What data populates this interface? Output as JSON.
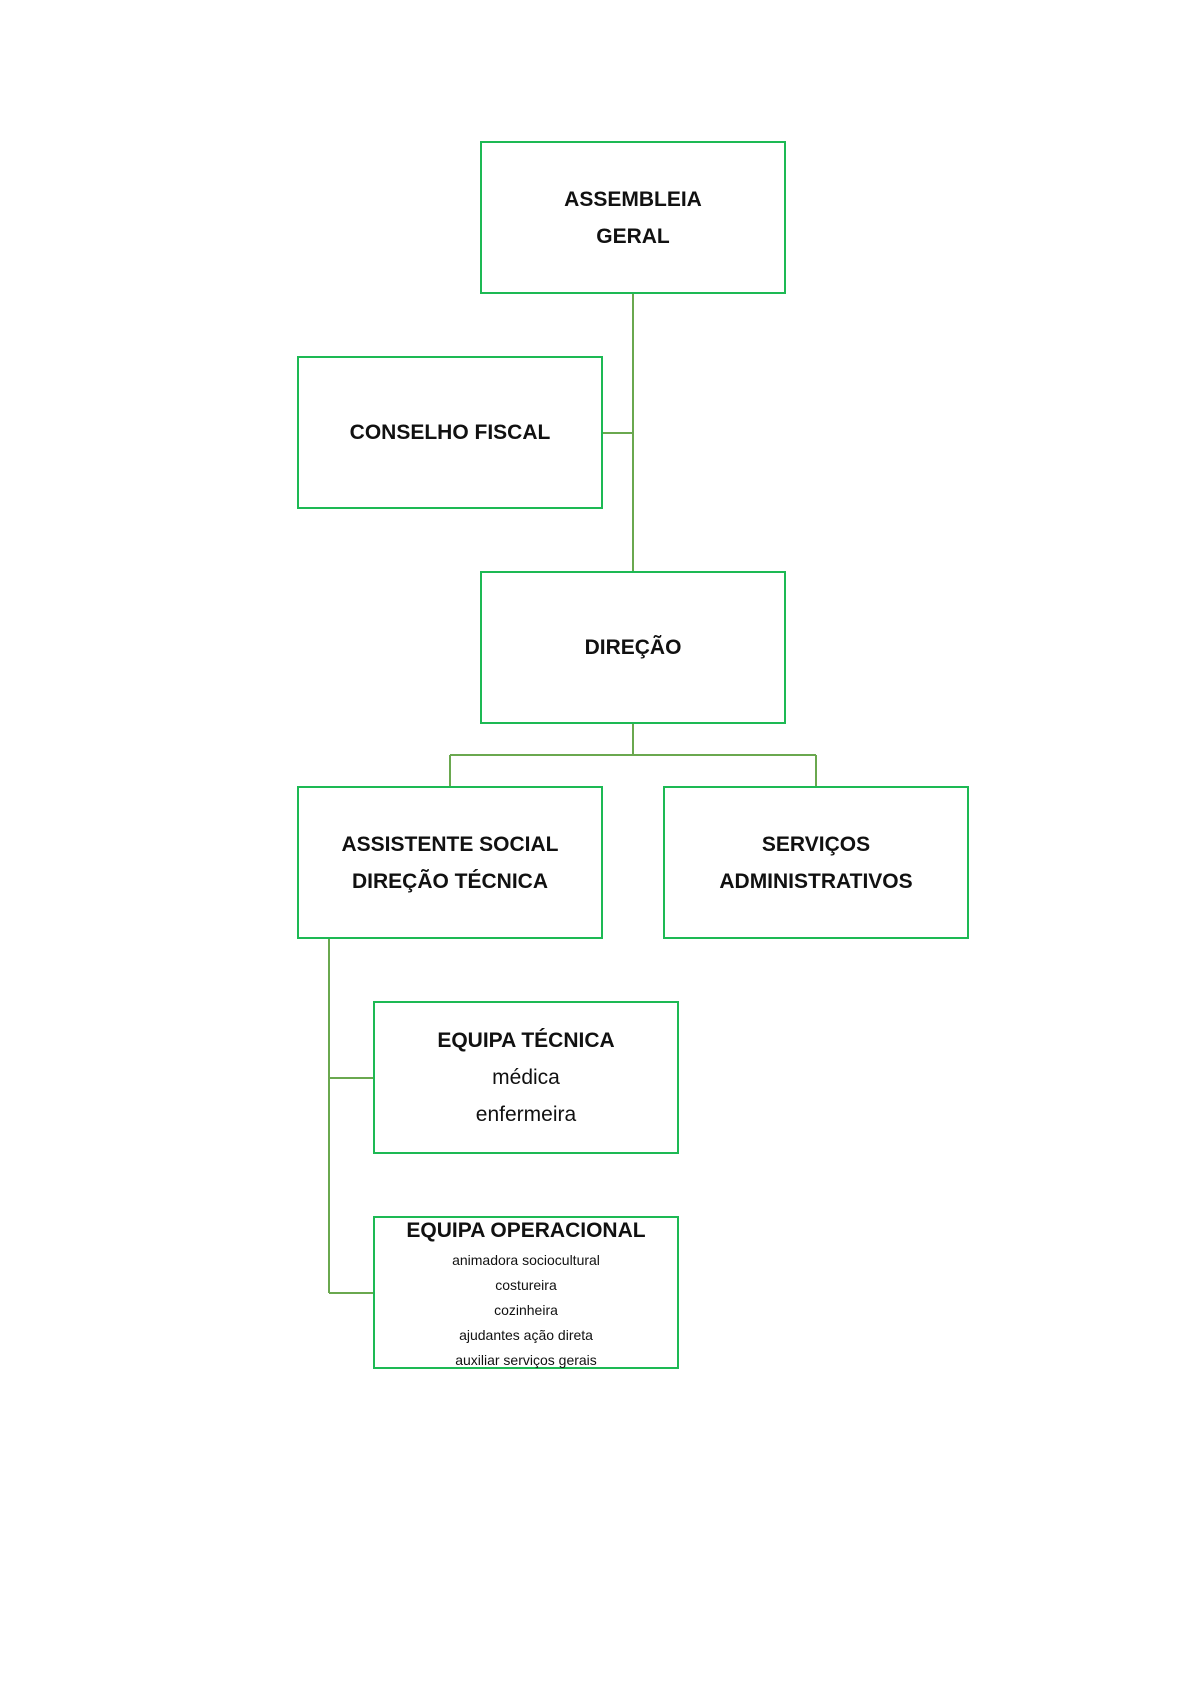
{
  "boxes": {
    "assembleia": {
      "lines": [
        "ASSEMBLEIA",
        "GERAL"
      ]
    },
    "conselho": {
      "lines": [
        "CONSELHO FISCAL"
      ]
    },
    "direcao": {
      "lines": [
        "DIREÇÃO"
      ]
    },
    "assistente": {
      "lines": [
        "ASSISTENTE SOCIAL",
        "DIREÇÃO TÉCNICA"
      ]
    },
    "servicos": {
      "lines": [
        "SERVIÇOS",
        "ADMINISTRATIVOS"
      ]
    },
    "equipa_tecnica": {
      "title": "EQUIPA TÉCNICA",
      "members": [
        "médica",
        "enfermeira"
      ]
    },
    "equipa_operacional": {
      "title": "EQUIPA OPERACIONAL",
      "members": [
        "animadora sociocultural",
        "costureira",
        "cozinheira",
        "ajudantes ação direta",
        "auxiliar serviços gerais"
      ]
    }
  },
  "colors": {
    "box_border": "#1db954",
    "connector": "#6aa84f",
    "text": "#111111"
  }
}
